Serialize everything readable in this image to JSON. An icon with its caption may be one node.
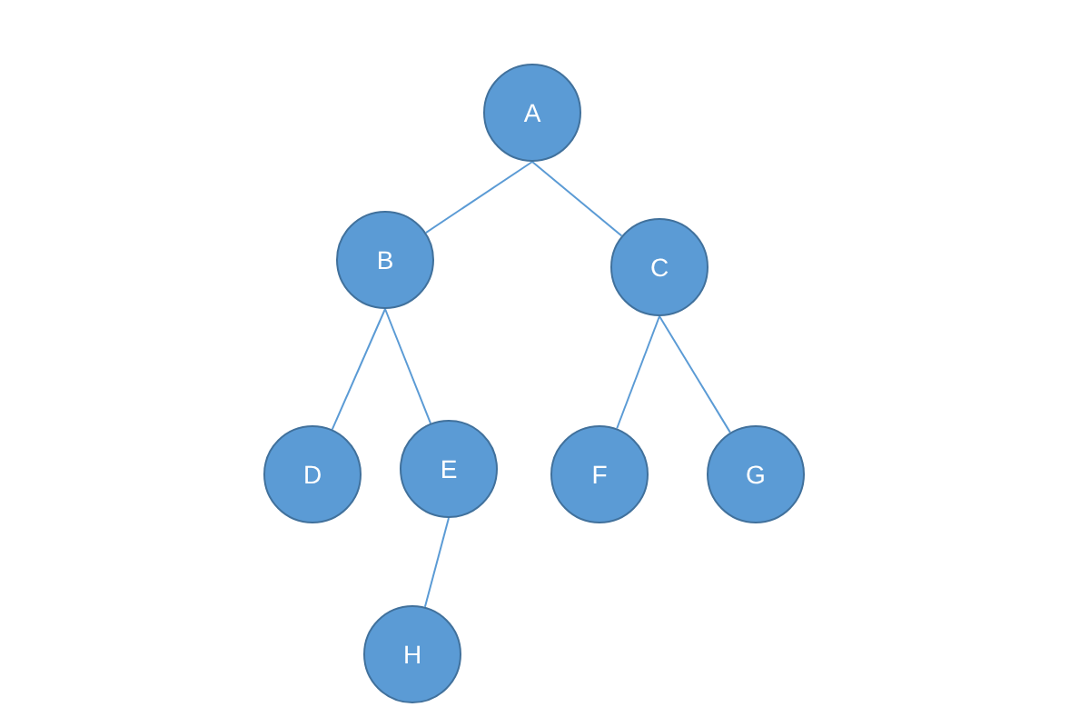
{
  "diagram": {
    "nodes": [
      {
        "text": [
          "A"
        ]
      },
      {
        "text": [
          "B"
        ]
      },
      {
        "text": [
          "C"
        ]
      },
      {
        "text": [
          "D"
        ]
      },
      {
        "text": [
          "E"
        ]
      },
      {
        "text": [
          "F"
        ]
      },
      {
        "text": [
          "G"
        ]
      },
      {
        "text": [
          "H"
        ]
      }
    ],
    "edges": [
      {
        "from": 0,
        "to": 1,
        "arrow": "none"
      },
      {
        "from": 0,
        "to": 2,
        "arrow": "none"
      },
      {
        "from": 1,
        "to": 3,
        "arrow": "none"
      },
      {
        "from": 1,
        "to": 4,
        "arrow": "none"
      },
      {
        "from": 2,
        "to": 5,
        "arrow": "none"
      },
      {
        "from": 2,
        "to": 6,
        "arrow": "none"
      },
      {
        "from": 4,
        "to": 7,
        "arrow": "none"
      }
    ]
  }
}
